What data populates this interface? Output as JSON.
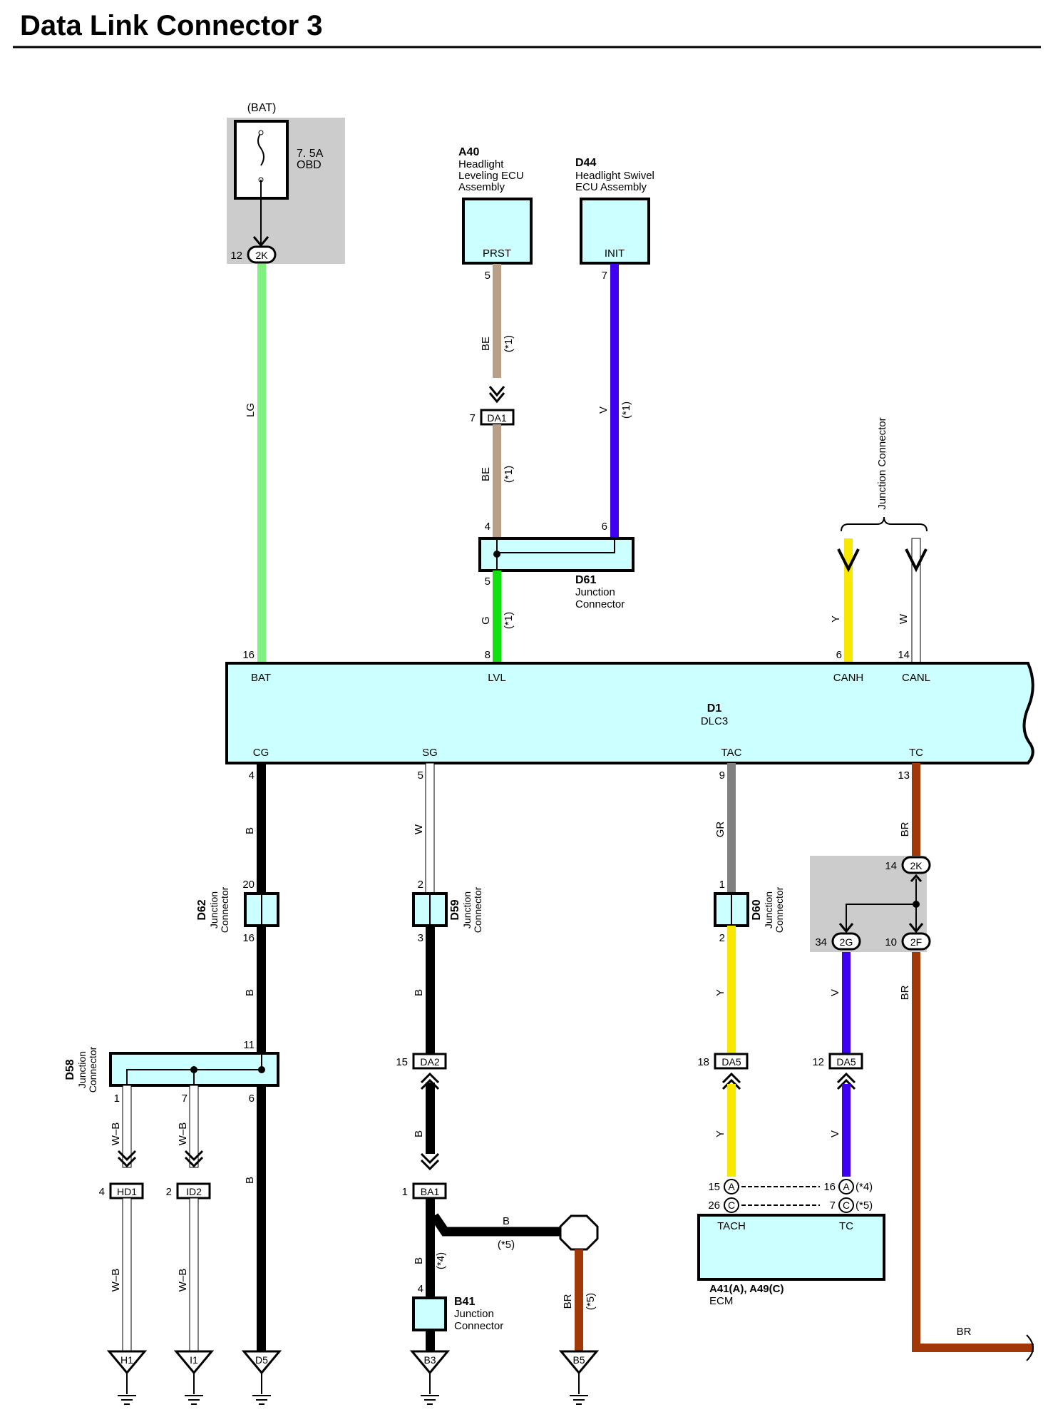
{
  "title": "Data Link Connector 3",
  "colors": {
    "LG": "#80f080",
    "BE": "#b8a088",
    "V": "#4000f0",
    "G": "#10e010",
    "Y": "#f8e800",
    "W": "#ffffff",
    "B": "#000000",
    "GR": "#808080",
    "BR": "#a03808",
    "connector_fill": "#ccffff",
    "shade": "#cccccc"
  },
  "fuse": {
    "source": "(BAT)",
    "rating": "7. 5A",
    "name": "OBD",
    "pin": "12",
    "jconn": "2K"
  },
  "components": {
    "a40": {
      "code": "A40",
      "line1": "Headlight",
      "line2": "Leveling ECU",
      "line3": "Assembly",
      "pin_label": "PRST",
      "pin": "5"
    },
    "d44": {
      "code": "D44",
      "line1": "Headlight Swivel",
      "line2": "ECU Assembly",
      "pin_label": "INIT",
      "pin": "7"
    },
    "d61": {
      "code": "D61",
      "line1": "Junction",
      "line2": "Connector",
      "pin_in_a": "4",
      "pin_in_b": "6",
      "pin_out": "5"
    },
    "d1": {
      "code": "D1",
      "name": "DLC3",
      "top_pins": [
        {
          "label": "BAT",
          "pin": "16"
        },
        {
          "label": "LVL",
          "pin": "8"
        },
        {
          "label": "CANH",
          "pin": "6"
        },
        {
          "label": "CANL",
          "pin": "14"
        }
      ],
      "bottom_pins": [
        {
          "label": "CG",
          "pin": "4"
        },
        {
          "label": "SG",
          "pin": "5"
        },
        {
          "label": "TAC",
          "pin": "9"
        },
        {
          "label": "TC",
          "pin": "13"
        }
      ]
    },
    "d62": {
      "code": "D62",
      "line1": "Junction",
      "line2": "Connector",
      "pin_top": "20",
      "pin_bottom": "16"
    },
    "d59": {
      "code": "D59",
      "line1": "Junction",
      "line2": "Connector",
      "pin_top": "2",
      "pin_bottom": "3"
    },
    "d60": {
      "code": "D60",
      "line1": "Junction",
      "line2": "Connector",
      "pin_top": "1",
      "pin_bottom": "2"
    },
    "d58": {
      "code": "D58",
      "line1": "Junction",
      "line2": "Connector",
      "pin_top": "11",
      "pin_a": "1",
      "pin_b": "7",
      "pin_c": "6"
    },
    "b41": {
      "code": "B41",
      "line1": "Junction",
      "line2": "Connector",
      "pin": "4"
    },
    "ecm": {
      "code": "A41(A), A49(C)",
      "name": "ECM",
      "pin_left": "TACH",
      "pin_right": "TC"
    }
  },
  "junction_connector_label": "Junction Connector",
  "wire_labels": {
    "lg": "LG",
    "be": "BE",
    "v": "V",
    "g": "G",
    "y": "Y",
    "w": "W",
    "b": "B",
    "gr": "GR",
    "br": "BR",
    "wb": "W–B"
  },
  "notes": {
    "n1": "(*1)",
    "n4": "(*4)",
    "n5": "(*5)"
  },
  "inline_connectors": {
    "da1": {
      "code": "DA1",
      "pin": "7"
    },
    "da2": {
      "code": "DA2",
      "pin": "15"
    },
    "da5a": {
      "code": "DA5",
      "pin": "18"
    },
    "da5b": {
      "code": "DA5",
      "pin": "12"
    },
    "ba1": {
      "code": "BA1",
      "pin": "1"
    },
    "hd1": {
      "code": "HD1",
      "pin": "4"
    },
    "id2": {
      "code": "ID2",
      "pin": "2"
    }
  },
  "junction_block_tc": {
    "in_pin": "14",
    "in_code": "2K",
    "out1_pin": "34",
    "out1_code": "2G",
    "out2_pin": "10",
    "out2_code": "2F"
  },
  "ecm_terminals": [
    {
      "left_pin": "15",
      "left_code": "A",
      "right_pin": "16",
      "right_code": "A",
      "note": "(*4)"
    },
    {
      "left_pin": "26",
      "left_code": "C",
      "right_pin": "7",
      "right_code": "C",
      "note": "(*5)"
    }
  ],
  "grounds": [
    "H1",
    "I1",
    "D5",
    "B3",
    "B5"
  ]
}
